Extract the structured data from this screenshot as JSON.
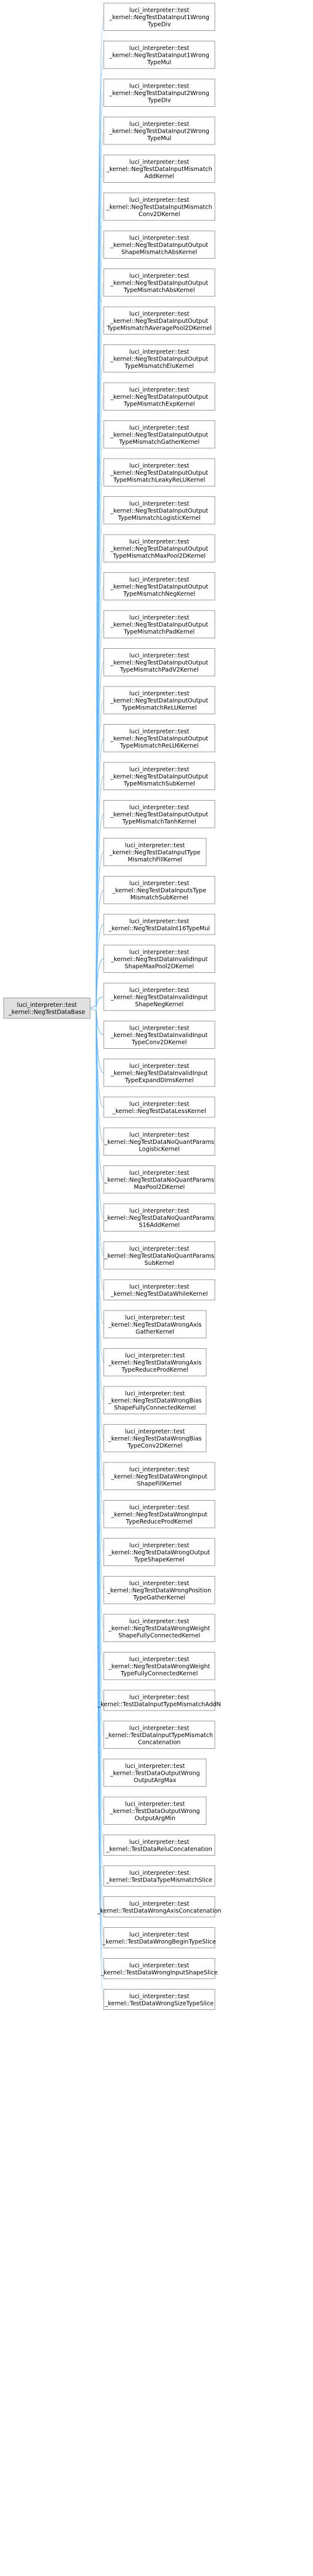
{
  "base": {
    "lines": [
      "luci_interpreter::test",
      "_kernel::NegTestDataBase"
    ]
  },
  "derived": [
    [
      "luci_interpreter::test",
      "_kernel::NegTestDataInput1Wrong",
      "TypeDiv"
    ],
    [
      "luci_interpreter::test",
      "_kernel::NegTestDataInput1Wrong",
      "TypeMul"
    ],
    [
      "luci_interpreter::test",
      "_kernel::NegTestDataInput2Wrong",
      "TypeDiv"
    ],
    [
      "luci_interpreter::test",
      "_kernel::NegTestDataInput2Wrong",
      "TypeMul"
    ],
    [
      "luci_interpreter::test",
      "_kernel::NegTestDataInputMismatch",
      "AddKernel"
    ],
    [
      "luci_interpreter::test",
      "_kernel::NegTestDataInputMismatch",
      "Conv2DKernel"
    ],
    [
      "luci_interpreter::test",
      "_kernel::NegTestDataInputOutput",
      "ShapeMismatchAbsKernel"
    ],
    [
      "luci_interpreter::test",
      "_kernel::NegTestDataInputOutput",
      "TypeMismatchAbsKernel"
    ],
    [
      "luci_interpreter::test",
      "_kernel::NegTestDataInputOutput",
      "TypeMismatchAveragePool2DKernel"
    ],
    [
      "luci_interpreter::test",
      "_kernel::NegTestDataInputOutput",
      "TypeMismatchEluKernel"
    ],
    [
      "luci_interpreter::test",
      "_kernel::NegTestDataInputOutput",
      "TypeMismatchExpKernel"
    ],
    [
      "luci_interpreter::test",
      "_kernel::NegTestDataInputOutput",
      "TypeMismatchGatherKernel"
    ],
    [
      "luci_interpreter::test",
      "_kernel::NegTestDataInputOutput",
      "TypeMismatchLeakyReLUKernel"
    ],
    [
      "luci_interpreter::test",
      "_kernel::NegTestDataInputOutput",
      "TypeMismatchLogisticKernel"
    ],
    [
      "luci_interpreter::test",
      "_kernel::NegTestDataInputOutput",
      "TypeMismatchMaxPool2DKernel"
    ],
    [
      "luci_interpreter::test",
      "_kernel::NegTestDataInputOutput",
      "TypeMismatchNegKernel"
    ],
    [
      "luci_interpreter::test",
      "_kernel::NegTestDataInputOutput",
      "TypeMismatchPadKernel"
    ],
    [
      "luci_interpreter::test",
      "_kernel::NegTestDataInputOutput",
      "TypeMismatchPadV2Kernel"
    ],
    [
      "luci_interpreter::test",
      "_kernel::NegTestDataInputOutput",
      "TypeMismatchReLUKernel"
    ],
    [
      "luci_interpreter::test",
      "_kernel::NegTestDataInputOutput",
      "TypeMismatchReLU6Kernel"
    ],
    [
      "luci_interpreter::test",
      "_kernel::NegTestDataInputOutput",
      "TypeMismatchSubKernel"
    ],
    [
      "luci_interpreter::test",
      "_kernel::NegTestDataInputOutput",
      "TypeMismatchTanhKernel"
    ],
    [
      "luci_interpreter::test",
      "_kernel::NegTestDataInputType",
      "MismatchFillKernel"
    ],
    [
      "luci_interpreter::test",
      "_kernel::NegTestDataInputsType",
      "MismatchSubKernel"
    ],
    [
      "luci_interpreter::test",
      "_kernel::NegTestDataInt16TypeMul"
    ],
    [
      "luci_interpreter::test",
      "_kernel::NegTestDataInvalidInput",
      "ShapeMaxPool2DKernel"
    ],
    [
      "luci_interpreter::test",
      "_kernel::NegTestDataInvalidInput",
      "ShapeNegKernel"
    ],
    [
      "luci_interpreter::test",
      "_kernel::NegTestDataInvalidInput",
      "TypeConv2DKernel"
    ],
    [
      "luci_interpreter::test",
      "_kernel::NegTestDataInvalidInput",
      "TypeExpandDimsKernel"
    ],
    [
      "luci_interpreter::test",
      "_kernel::NegTestDataLessKernel"
    ],
    [
      "luci_interpreter::test",
      "_kernel::NegTestDataNoQuantParams",
      "LogisticKernel"
    ],
    [
      "luci_interpreter::test",
      "_kernel::NegTestDataNoQuantParams",
      "MaxPool2DKernel"
    ],
    [
      "luci_interpreter::test",
      "_kernel::NegTestDataNoQuantParams",
      "S16AddKernel"
    ],
    [
      "luci_interpreter::test",
      "_kernel::NegTestDataNoQuantParams",
      "SubKernel"
    ],
    [
      "luci_interpreter::test",
      "_kernel::NegTestDataWhileKernel"
    ],
    [
      "luci_interpreter::test",
      "_kernel::NegTestDataWrongAxis",
      "GatherKernel"
    ],
    [
      "luci_interpreter::test",
      "_kernel::NegTestDataWrongAxis",
      "TypeReduceProdKernel"
    ],
    [
      "luci_interpreter::test",
      "_kernel::NegTestDataWrongBias",
      "ShapeFullyConnectedKernel"
    ],
    [
      "luci_interpreter::test",
      "_kernel::NegTestDataWrongBias",
      "TypeConv2DKernel"
    ],
    [
      "luci_interpreter::test",
      "_kernel::NegTestDataWrongInput",
      "ShapeFillKernel"
    ],
    [
      "luci_interpreter::test",
      "_kernel::NegTestDataWrongInput",
      "TypeReduceProdKernel"
    ],
    [
      "luci_interpreter::test",
      "_kernel::NegTestDataWrongOutput",
      "TypeShapeKernel"
    ],
    [
      "luci_interpreter::test",
      "_kernel::NegTestDataWrongPosition",
      "TypeGatherKernel"
    ],
    [
      "luci_interpreter::test",
      "_kernel::NegTestDataWrongWeight",
      "ShapeFullyConnectedKernel"
    ],
    [
      "luci_interpreter::test",
      "_kernel::NegTestDataWrongWeight",
      "TypeFullyConnectedKernel"
    ],
    [
      "luci_interpreter::test",
      "_kernel::TestDataInputTypeMismatchAddN"
    ],
    [
      "luci_interpreter::test",
      "_kernel::TestDataInputTypeMismatch",
      "Concatenation"
    ],
    [
      "luci_interpreter::test",
      "_kernel::TestDataOutputWrong",
      "OutputArgMax"
    ],
    [
      "luci_interpreter::test",
      "_kernel::TestDataOutputWrong",
      "OutputArgMin"
    ],
    [
      "luci_interpreter::test",
      "_kernel::TestDataReluConcatenation"
    ],
    [
      "luci_interpreter::test",
      "_kernel::TestDataTypeMismatchSlice"
    ],
    [
      "luci_interpreter::test",
      "_kernel::TestDataWrongAxisConcatenation"
    ],
    [
      "luci_interpreter::test",
      "_kernel::TestDataWrongBeginTypeSlice"
    ],
    [
      "luci_interpreter::test",
      "_kernel::TestDataWrongInputShapeSlice"
    ],
    [
      "luci_interpreter::test",
      "_kernel::TestDataWrongSizeTypeSlice"
    ]
  ]
}
